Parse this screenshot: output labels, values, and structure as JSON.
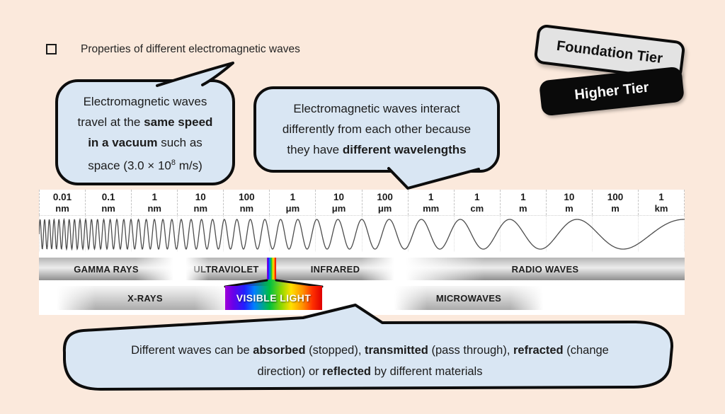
{
  "colors": {
    "background": "#fbe9dc",
    "bubble_fill": "#d9e6f3",
    "bubble_border": "#0d0d0d",
    "badge_foundation_bg": "#e3e3e3",
    "badge_higher_bg": "#0a0a0a",
    "wave_stroke": "#4d4d4d"
  },
  "header": {
    "checkbox_icon": "empty-checkbox",
    "title": "Properties of different electromagnetic waves"
  },
  "badges": {
    "foundation": "Foundation Tier",
    "higher": "Higher Tier"
  },
  "bubbles": {
    "speed": {
      "lines": [
        [
          {
            "t": "Electromagnetic waves"
          }
        ],
        [
          {
            "t": "travel at the "
          },
          {
            "t": "same speed",
            "b": true
          }
        ],
        [
          {
            "t": "in a vacuum",
            "b": true
          },
          {
            "t": " such as"
          }
        ],
        [
          {
            "t": "space (3.0 × 10"
          },
          {
            "t": "8",
            "sup": true
          },
          {
            "t": " m/s)"
          }
        ]
      ]
    },
    "wavelength": {
      "lines": [
        [
          {
            "t": "Electromagnetic waves interact"
          }
        ],
        [
          {
            "t": "differently from each other because"
          }
        ],
        [
          {
            "t": "they have "
          },
          {
            "t": "different wavelengths",
            "b": true
          }
        ]
      ]
    },
    "interaction": {
      "lines": [
        [
          {
            "t": "Different waves can be "
          },
          {
            "t": "absorbed",
            "b": true
          },
          {
            "t": " (stopped), "
          },
          {
            "t": "transmitted",
            "b": true
          },
          {
            "t": " (pass through), "
          },
          {
            "t": "refracted",
            "b": true
          },
          {
            "t": " (change"
          }
        ],
        [
          {
            "t": "direction) or "
          },
          {
            "t": "reflected",
            "b": true
          },
          {
            "t": " by different materials"
          }
        ]
      ]
    }
  },
  "spectrum": {
    "scale": [
      {
        "value": "0.01",
        "unit": "nm"
      },
      {
        "value": "0.1",
        "unit": "nm"
      },
      {
        "value": "1",
        "unit": "nm"
      },
      {
        "value": "10",
        "unit": "nm"
      },
      {
        "value": "100",
        "unit": "nm"
      },
      {
        "value": "1",
        "unit": "μm"
      },
      {
        "value": "10",
        "unit": "μm"
      },
      {
        "value": "100",
        "unit": "μm"
      },
      {
        "value": "1",
        "unit": "mm"
      },
      {
        "value": "1",
        "unit": "cm"
      },
      {
        "value": "1",
        "unit": "m"
      },
      {
        "value": "10",
        "unit": "m"
      },
      {
        "value": "100",
        "unit": "m"
      },
      {
        "value": "1",
        "unit": "km"
      }
    ],
    "bands": {
      "gamma": "GAMMA RAYS",
      "ultraviolet": "ULTRAVIOLET",
      "infrared": "INFRARED",
      "radio": "RADIO WAVES",
      "xrays": "X-RAYS",
      "visible": "VISIBLE LIGHT",
      "microwaves": "MICROWAVES"
    }
  }
}
